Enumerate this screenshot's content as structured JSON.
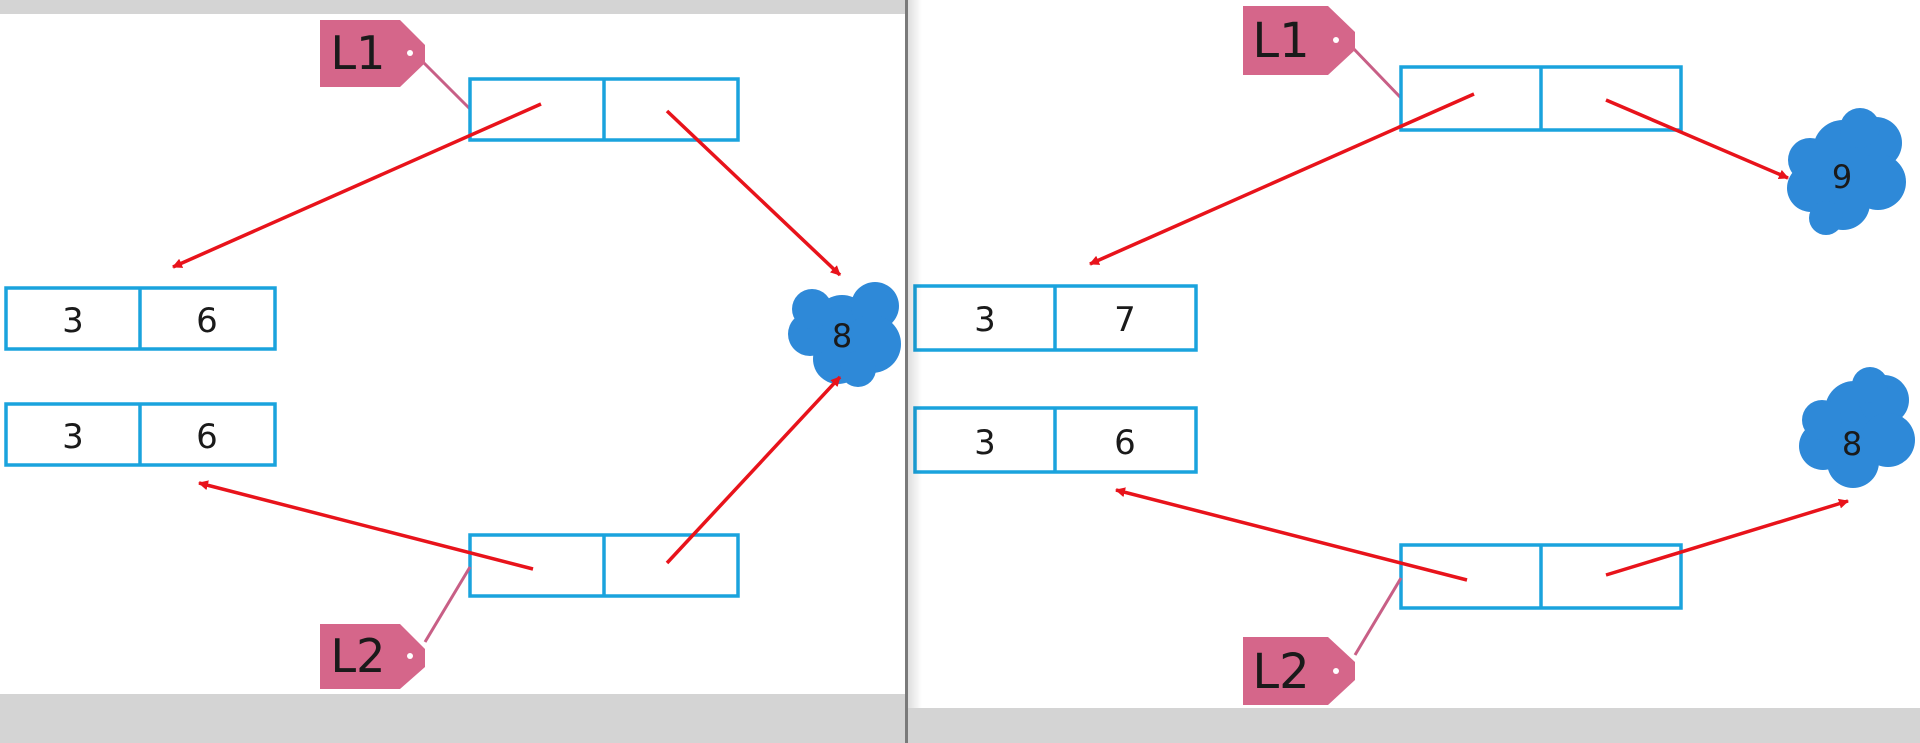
{
  "colors": {
    "box_stroke": "#1aa3dd",
    "arrow": "#e8131b",
    "tag_fill": "#d5668a",
    "tag_string": "#c85f86",
    "cloud_fill": "#2e89d8",
    "text": "#1a1a1a",
    "background": "#ffffff",
    "chrome": "#d4d4d4"
  },
  "left": {
    "tags": {
      "l1": "L1",
      "l2": "L2"
    },
    "objects": {
      "obj_a": [
        "3",
        "6"
      ],
      "obj_b": [
        "3",
        "6"
      ]
    },
    "cloud": "8"
  },
  "right": {
    "tags": {
      "l1": "L1",
      "l2": "L2"
    },
    "objects": {
      "obj_a": [
        "3",
        "7"
      ],
      "obj_b": [
        "3",
        "6"
      ]
    },
    "cloud_top": "9",
    "cloud_bottom": "8"
  }
}
